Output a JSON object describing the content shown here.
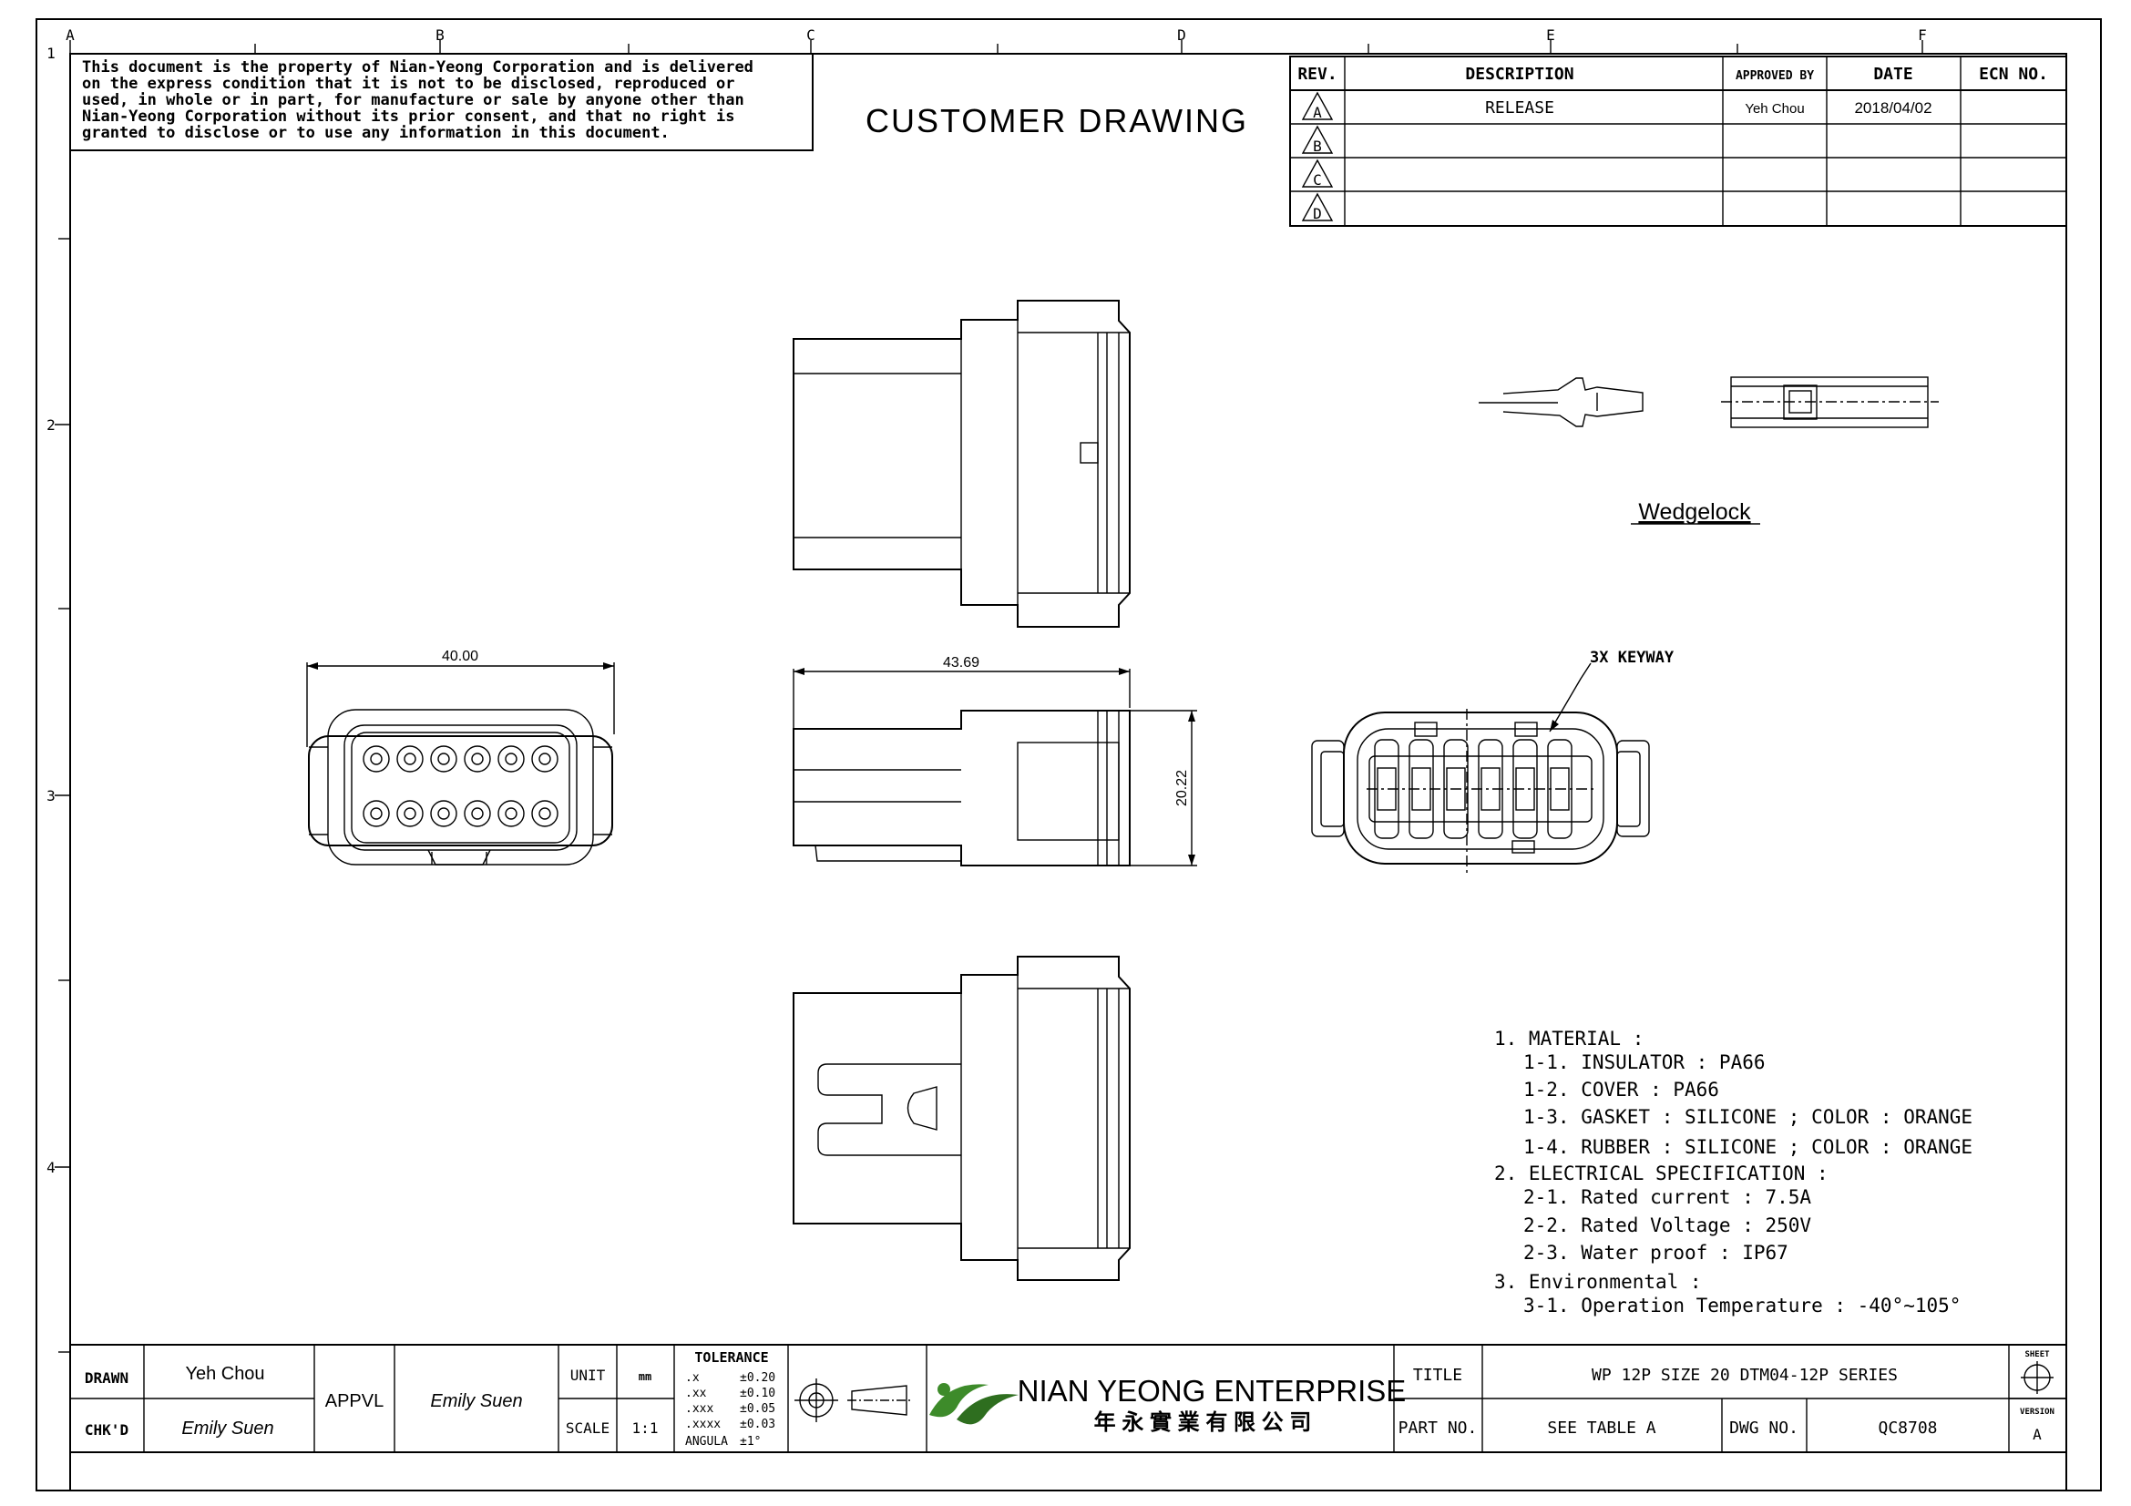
{
  "zones": {
    "columns": [
      "A",
      "B",
      "C",
      "D",
      "E",
      "F"
    ],
    "rows": [
      "1",
      "2",
      "3",
      "4"
    ]
  },
  "notice": [
    "This document is the property of Nian-Yeong Corporation and is delivered",
    "on  the  express condition that it is not to be disclosed, reproduced or",
    "used, in whole or in part, for manufacture or sale by anyone other than",
    "Nian-Yeong Corporation without  its prior consent, and that  no right  is",
    "granted to disclose or to use any information in this  document."
  ],
  "drawing_title": "CUSTOMER DRAWING",
  "revision_table": {
    "headers": [
      "REV.",
      "DESCRIPTION",
      "APPROVED BY",
      "DATE",
      "ECN NO."
    ],
    "rows": [
      {
        "rev": "A",
        "description": "RELEASE",
        "approved_by": "Yeh Chou",
        "date": "2018/04/02",
        "ecn": ""
      },
      {
        "rev": "B",
        "description": "",
        "approved_by": "",
        "date": "",
        "ecn": ""
      },
      {
        "rev": "C",
        "description": "",
        "approved_by": "",
        "date": "",
        "ecn": ""
      },
      {
        "rev": "D",
        "description": "",
        "approved_by": "",
        "date": "",
        "ecn": ""
      }
    ]
  },
  "labels": {
    "wedgelock": "Wedgelock",
    "keyway": "3X KEYWAY"
  },
  "dimensions": {
    "front_width": "40.00",
    "side_length": "43.69",
    "side_height": "20.22"
  },
  "notes": [
    "1. MATERIAL :",
    "1-1. INSULATOR : PA66",
    "1-2. COVER : PA66",
    "1-3. GASKET : SILICONE ; COLOR : ORANGE",
    "1-4. RUBBER : SILICONE ; COLOR : ORANGE",
    "2. ELECTRICAL SPECIFICATION :",
    "2-1. Rated current : 7.5A",
    "2-2. Rated Voltage : 250V",
    "2-3. Water proof : IP67",
    "3. Environmental :",
    "3-1. Operation Temperature : -40°~105°"
  ],
  "title_block": {
    "drawn_label": "DRAWN",
    "drawn_by": "Yeh Chou",
    "chkd_label": "CHK'D",
    "checked_by": "Emily Suen",
    "appvl_label": "APPVL",
    "approved_by": "Emily Suen",
    "unit_label": "UNIT",
    "unit_value": "mm",
    "scale_label": "SCALE",
    "scale_value": "1:1",
    "tolerance_label": "TOLERANCE",
    "tolerances": [
      {
        "k": ".x",
        "v": "±0.20"
      },
      {
        "k": ".xx",
        "v": "±0.10"
      },
      {
        "k": ".xxx",
        "v": "±0.05"
      },
      {
        "k": ".xxxx",
        "v": "±0.03"
      },
      {
        "k": "ANGULA",
        "v": "±1°"
      }
    ],
    "company_name": "NIAN YEONG ENTERPRISE",
    "company_name_cn": "年 永 實 業 有 限 公 司",
    "title_label": "TITLE",
    "title_value": "WP 12P SIZE 20 DTM04-12P SERIES",
    "part_no_label": "PART NO.",
    "part_no_value": "SEE TABLE A",
    "dwg_no_label": "DWG NO.",
    "dwg_no_value": "QC8708",
    "sheet_label": "SHEET",
    "version_label": "VERSION",
    "version_value": "A"
  },
  "colors": {
    "line": "#000000",
    "paper": "#ffffff",
    "logo_green": "#3d8b2a"
  }
}
